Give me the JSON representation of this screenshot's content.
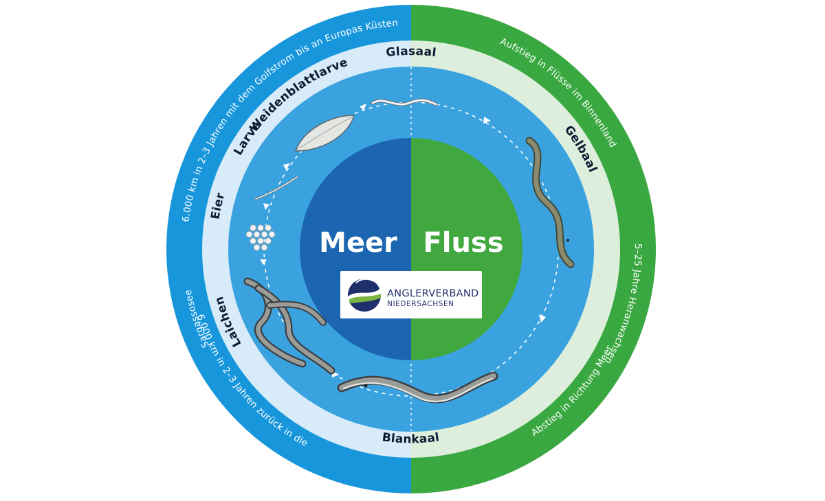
{
  "colors": {
    "sea_outer": "#1796dc",
    "sea_light": "#d7ebf8",
    "sea_mid": "#3aa3df",
    "sea_core": "#1c66b1",
    "river_outer": "#39a840",
    "river_light": "#ddefdc",
    "river_core": "#40a83f",
    "eel": "#7d7d72",
    "stage_text": "#0c1b33"
  },
  "center": {
    "left_label": "Meer",
    "right_label": "Fluss"
  },
  "logo": {
    "line1": "ANGLERVERBAND",
    "line2": "NIEDERSACHSEN"
  },
  "outer_ring": {
    "sea_top": "6.000 km in 2–3 Jahren mit dem Golfstrom bis an Europas Küsten",
    "sea_left": "Sargassosee",
    "sea_bottom": "6.000 km in 2–3 Jahren zurück in die",
    "river_top": "Aufstieg in Flüsse im Binnenland",
    "river_right": "5–25 Jahre Heranwachsen",
    "river_bottom": "Abstieg in Richtung Meer"
  },
  "stages": {
    "glasaal": "Glasaal",
    "weidenblattlarve": "Weidenblattlarve",
    "larve": "Larve",
    "eier": "Eier",
    "laichen": "Laichen",
    "gelbaal": "Gelbaal",
    "blankaal": "Blankaal"
  },
  "icons": [
    "eel-icon",
    "egg-cluster-icon",
    "leaf-larva-icon",
    "larva-icon",
    "arrow-icon",
    "logo-icon"
  ]
}
